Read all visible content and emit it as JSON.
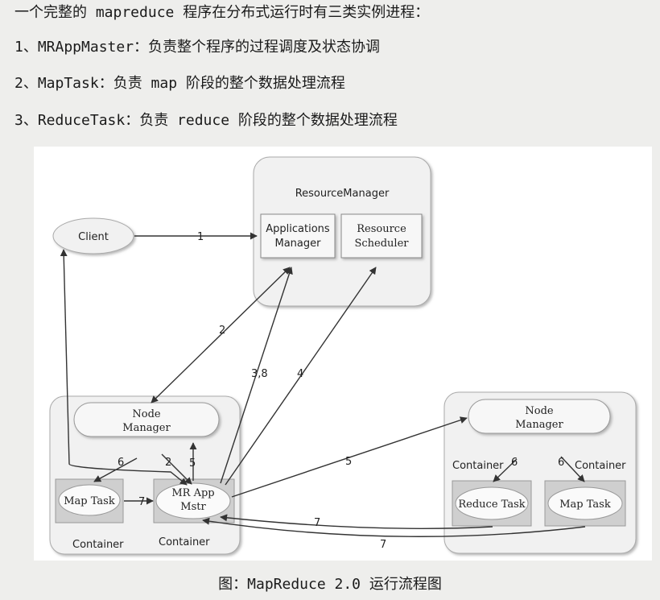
{
  "intro": {
    "line0": "一个完整的 mapreduce 程序在分布式运行时有三类实例进程：",
    "line1": "1、MRAppMaster：负责整个程序的过程调度及状态协调",
    "line2": "2、MapTask：负责 map 阶段的整个数据处理流程",
    "line3": "3、ReduceTask：负责 reduce 阶段的整个数据处理流程"
  },
  "diagram": {
    "resource_manager": "ResourceManager",
    "applications_manager": [
      "Applications",
      "Manager"
    ],
    "resource_scheduler": [
      "Resource",
      "Scheduler"
    ],
    "client": "Client",
    "node_manager_left": [
      "Node",
      "Manager"
    ],
    "node_manager_right": [
      "Node",
      "Manager"
    ],
    "map_task_left": "Map Task",
    "mr_app_mstr": [
      "MR App",
      "Mstr"
    ],
    "reduce_task": "Reduce Task",
    "map_task_right": "Map Task",
    "container_label": "Container",
    "edge_labels": {
      "client_to_rm": "1",
      "rm_to_node_manager": "2",
      "nm_to_mrapp": "2",
      "mrapp_to_appmanager": "3,8",
      "mrapp_to_scheduler": "4",
      "mrapp_to_nm_right": "5",
      "mrapp_to_nm_left": "5",
      "nm_to_maptask_left": "6",
      "nm_to_reducetask": "6",
      "nm_to_maptask_right": "6",
      "maptask_to_mrapp": "7",
      "reducetask_to_mrapp": "7",
      "maptask_right_to_mrapp": "7"
    }
  },
  "caption": "图：MapReduce 2.0 运行流程图"
}
